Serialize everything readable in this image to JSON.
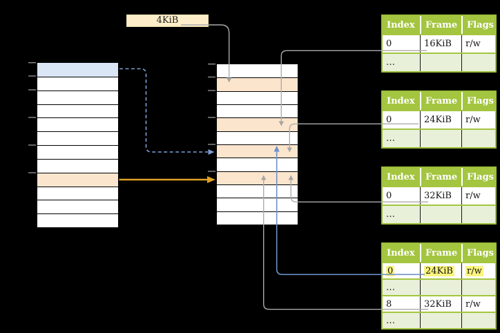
{
  "label_4kib": "4KiB",
  "headers": [
    "Index",
    "Frame",
    "Flags"
  ],
  "tables": {
    "t1": {
      "rows": [
        [
          "0",
          "16KiB",
          "r/w"
        ],
        [
          "…",
          "",
          ""
        ]
      ]
    },
    "t2": {
      "rows": [
        [
          "0",
          "24KiB",
          "r/w"
        ],
        [
          "…",
          "",
          ""
        ]
      ]
    },
    "t3": {
      "rows": [
        [
          "0",
          "32KiB",
          "r/w"
        ],
        [
          "…",
          "",
          ""
        ]
      ]
    },
    "t4": {
      "rows": [
        [
          "0",
          "24KiB",
          "r/w"
        ],
        [
          "…",
          "",
          ""
        ],
        [
          "8",
          "32KiB",
          "r/w"
        ],
        [
          "…",
          "",
          ""
        ]
      ],
      "highlighted_row_index": 0
    }
  },
  "memory": {
    "virtual_column": {
      "row_count": 12,
      "blue_row_index": 0,
      "orange_row_index": 8
    },
    "physical_column": {
      "row_count": 12,
      "orange_row_indices": [
        1,
        4,
        6,
        8
      ]
    },
    "tick_count_per_column": 6
  },
  "arrows": [
    {
      "from": "label-4kib",
      "to": "physical-frame-1",
      "style": "gray-solid"
    },
    {
      "from": "page-table-1-frame-16KiB",
      "to": "physical-frame-4",
      "style": "gray-solid"
    },
    {
      "from": "page-table-2-frame-24KiB",
      "to": "physical-frame-6",
      "style": "gray-solid"
    },
    {
      "from": "page-table-3-frame-32KiB",
      "to": "physical-frame-8",
      "style": "gray-solid"
    },
    {
      "from": "page-table-4-frame-24KiB",
      "to": "physical-frame-6",
      "style": "blue-solid"
    },
    {
      "from": "page-table-4-frame-32KiB",
      "to": "physical-frame-8",
      "style": "gray-solid"
    },
    {
      "from": "virtual-page-blue",
      "to": "physical-frame-6",
      "style": "blue-dashed"
    },
    {
      "from": "virtual-page-orange",
      "to": "physical-frame-8",
      "style": "gold-solid"
    }
  ],
  "colors": {
    "background": "#000000",
    "table_header_green": "#a3c53f",
    "table_row_light_green": "#e9f0d9",
    "cell_orange": "#fce5cd",
    "cell_blue": "#dae5f5",
    "label_cream": "#fdeec9",
    "text_highlight_yellow": "#fbf57d",
    "wire_gray": "#acacac",
    "wire_blue": "#6d91c7",
    "wire_blue_dashed": "#7e9fd4",
    "wire_gold": "#dfa126"
  }
}
